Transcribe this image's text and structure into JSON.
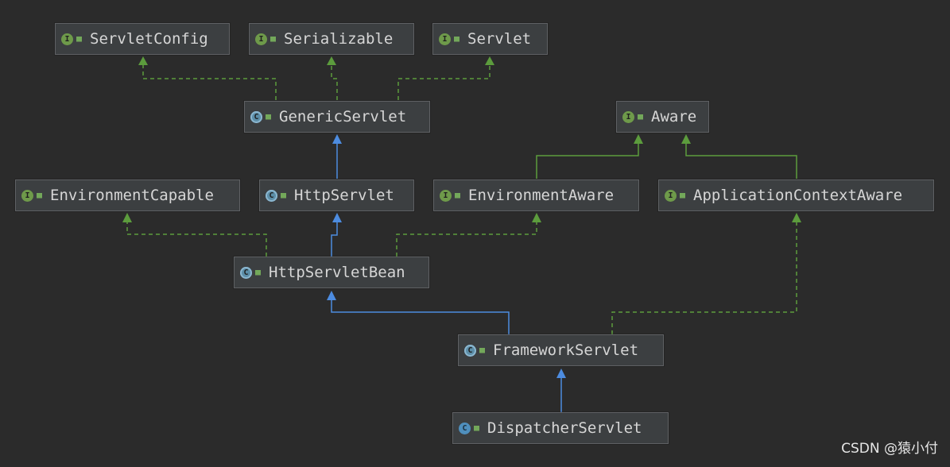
{
  "nodes": {
    "servlet_config": {
      "label": "ServletConfig",
      "kind": "interface"
    },
    "serializable": {
      "label": "Serializable",
      "kind": "interface"
    },
    "servlet": {
      "label": "Servlet",
      "kind": "interface"
    },
    "generic_servlet": {
      "label": "GenericServlet",
      "kind": "abstract"
    },
    "aware": {
      "label": "Aware",
      "kind": "interface"
    },
    "environment_capable": {
      "label": "EnvironmentCapable",
      "kind": "interface"
    },
    "http_servlet": {
      "label": "HttpServlet",
      "kind": "abstract"
    },
    "environment_aware": {
      "label": "EnvironmentAware",
      "kind": "interface"
    },
    "application_context_aware": {
      "label": "ApplicationContextAware",
      "kind": "interface"
    },
    "http_servlet_bean": {
      "label": "HttpServletBean",
      "kind": "abstract"
    },
    "framework_servlet": {
      "label": "FrameworkServlet",
      "kind": "abstract"
    },
    "dispatcher_servlet": {
      "label": "DispatcherServlet",
      "kind": "class"
    }
  },
  "edges": [
    {
      "from": "generic_servlet",
      "to": "servlet_config",
      "type": "implements"
    },
    {
      "from": "generic_servlet",
      "to": "serializable",
      "type": "implements"
    },
    {
      "from": "generic_servlet",
      "to": "servlet",
      "type": "implements"
    },
    {
      "from": "http_servlet",
      "to": "generic_servlet",
      "type": "extends"
    },
    {
      "from": "environment_aware",
      "to": "aware",
      "type": "extends-interface"
    },
    {
      "from": "application_context_aware",
      "to": "aware",
      "type": "extends-interface"
    },
    {
      "from": "http_servlet_bean",
      "to": "environment_capable",
      "type": "implements"
    },
    {
      "from": "http_servlet_bean",
      "to": "http_servlet",
      "type": "extends"
    },
    {
      "from": "http_servlet_bean",
      "to": "environment_aware",
      "type": "implements"
    },
    {
      "from": "framework_servlet",
      "to": "http_servlet_bean",
      "type": "extends"
    },
    {
      "from": "framework_servlet",
      "to": "application_context_aware",
      "type": "implements"
    },
    {
      "from": "dispatcher_servlet",
      "to": "framework_servlet",
      "type": "extends"
    }
  ],
  "legend": {
    "interface_icon": "interface-icon",
    "abstract_icon": "abstract-class-icon",
    "class_icon": "class-icon"
  },
  "colors": {
    "background": "#2b2b2b",
    "node_background": "#3c3f41",
    "node_border": "#5f6164",
    "node_text": "#d6d6d6",
    "implements_edge": "#5c9c3d",
    "extends_edge": "#4d8ce0",
    "interface_icon": "#6e9a4a",
    "abstract_icon": "#5c8ea8",
    "class_icon": "#4f8fbd"
  },
  "watermark": "CSDN @猿小付"
}
